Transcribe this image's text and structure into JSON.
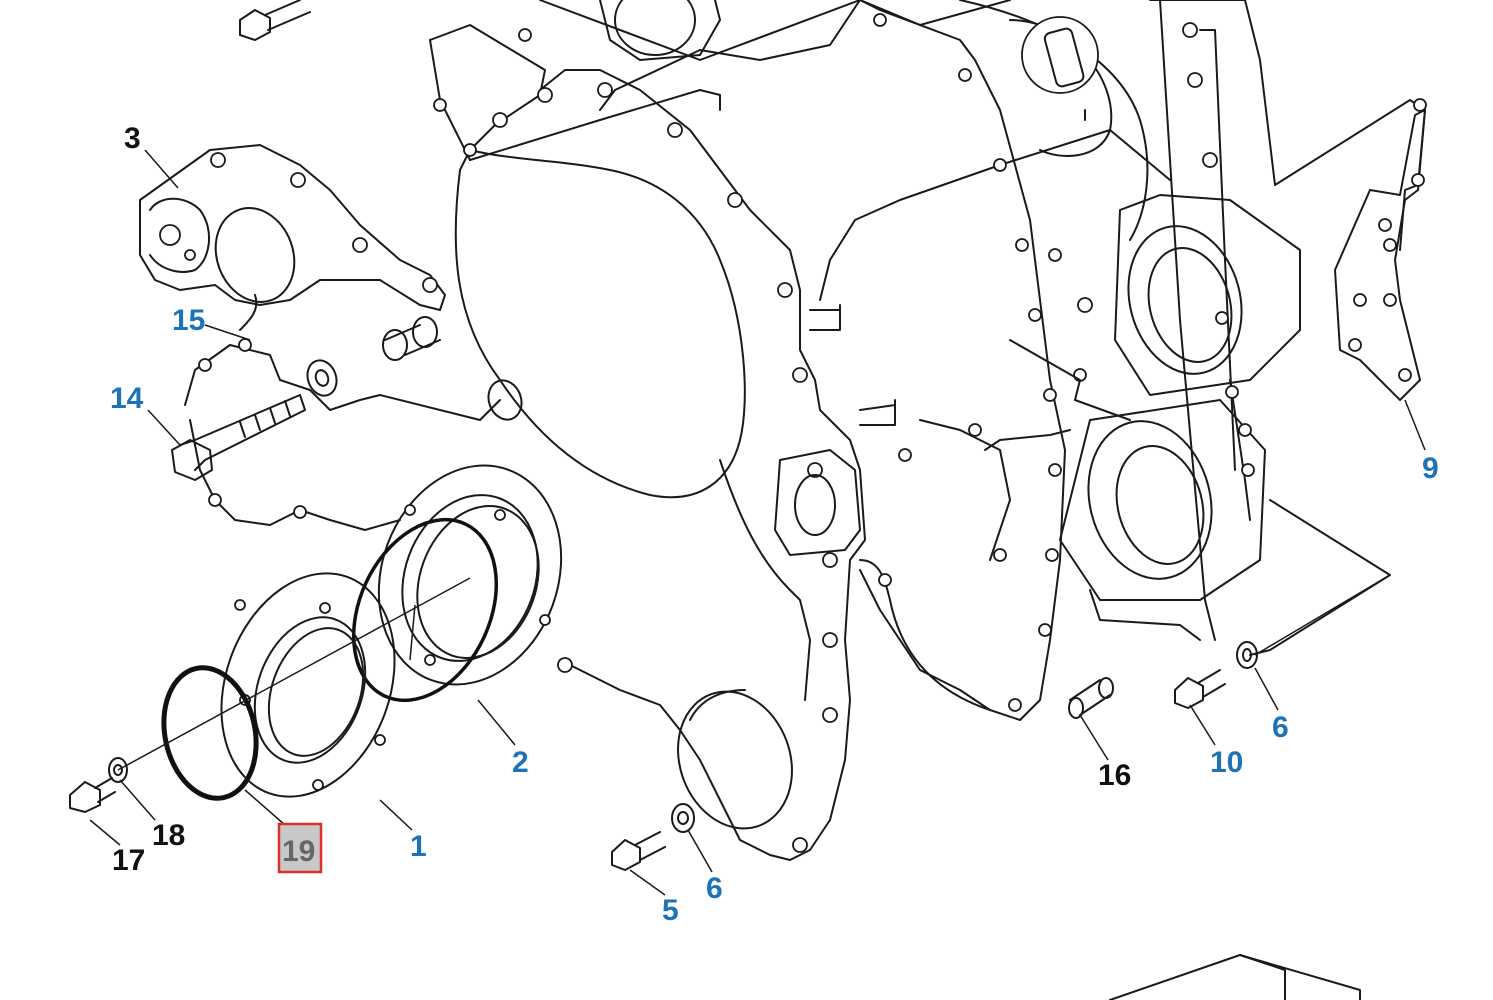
{
  "colors": {
    "line": "#1a1a1a",
    "callout_black": "#111111",
    "callout_blue": "#1d73b8",
    "highlight_border": "#e0302a",
    "highlight_fill": "#c8c8c8"
  },
  "callouts": [
    {
      "id": "c1",
      "text": "1",
      "color": "blue"
    },
    {
      "id": "c2",
      "text": "2",
      "color": "blue"
    },
    {
      "id": "c3",
      "text": "3",
      "color": "black"
    },
    {
      "id": "c5",
      "text": "5",
      "color": "blue"
    },
    {
      "id": "c6a",
      "text": "6",
      "color": "blue"
    },
    {
      "id": "c6b",
      "text": "6",
      "color": "blue"
    },
    {
      "id": "c9",
      "text": "9",
      "color": "blue"
    },
    {
      "id": "c10",
      "text": "10",
      "color": "blue"
    },
    {
      "id": "c14",
      "text": "14",
      "color": "blue"
    },
    {
      "id": "c15",
      "text": "15",
      "color": "blue"
    },
    {
      "id": "c16",
      "text": "16",
      "color": "black"
    },
    {
      "id": "c17",
      "text": "17",
      "color": "black"
    },
    {
      "id": "c18",
      "text": "18",
      "color": "black"
    },
    {
      "id": "c19",
      "text": "19",
      "color": "gray",
      "highlighted": true
    }
  ],
  "parts": [
    {
      "id": "front-cover",
      "icon": "timing-cover-icon"
    },
    {
      "id": "seal-plate",
      "icon": "seal-plate-icon"
    },
    {
      "id": "o-ring",
      "icon": "o-ring-icon"
    },
    {
      "id": "gasket",
      "icon": "gasket-icon"
    },
    {
      "id": "housing",
      "icon": "flywheel-housing-icon"
    },
    {
      "id": "water-pump",
      "icon": "water-pump-icon"
    },
    {
      "id": "bolt",
      "icon": "bolt-icon"
    },
    {
      "id": "washer",
      "icon": "washer-icon"
    },
    {
      "id": "dowel",
      "icon": "dowel-pin-icon"
    }
  ]
}
